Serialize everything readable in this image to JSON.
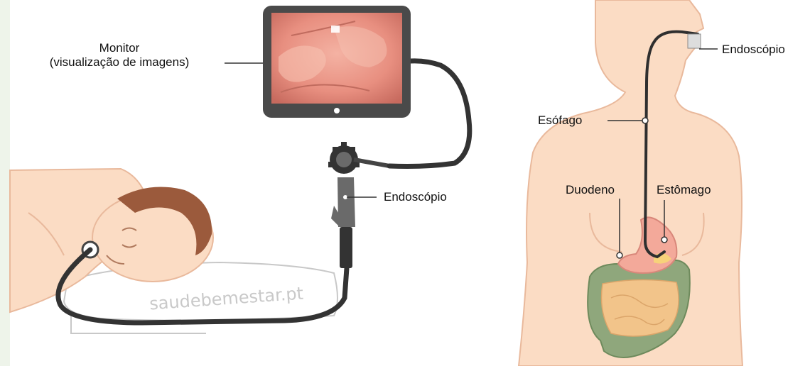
{
  "labels": {
    "monitor_line1": "Monitor",
    "monitor_line2": "(visualização de imagens)",
    "endoscope_left": "Endoscópio",
    "endoscope_right": "Endoscópio",
    "esophagus": "Esófago",
    "duodenum": "Duodeno",
    "stomach": "Estômago"
  },
  "watermark": "saudebemestar.pt",
  "colors": {
    "skin": "#fbdcc4",
    "skin_outline": "#e9b99c",
    "hair": "#9b5a3c",
    "cable": "#333333",
    "monitor_frame": "#4a4a4a",
    "monitor_screen": "#e88f80",
    "colon": "#8fa77c",
    "small_intestine": "#f2c48a",
    "stomach": "#f3a99a",
    "leader_line": "#333333"
  }
}
